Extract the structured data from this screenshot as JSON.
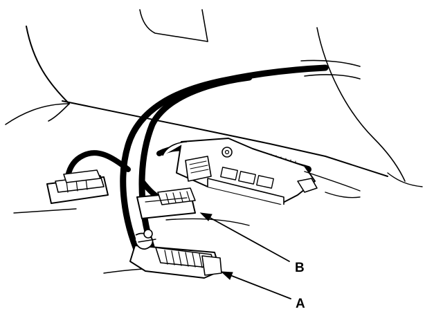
{
  "callouts": {
    "a": {
      "label": "A",
      "target": "lower-connector"
    },
    "b": {
      "label": "B",
      "target": "middle-connector"
    }
  },
  "colors": {
    "ink": "#000000",
    "background": "#ffffff"
  }
}
